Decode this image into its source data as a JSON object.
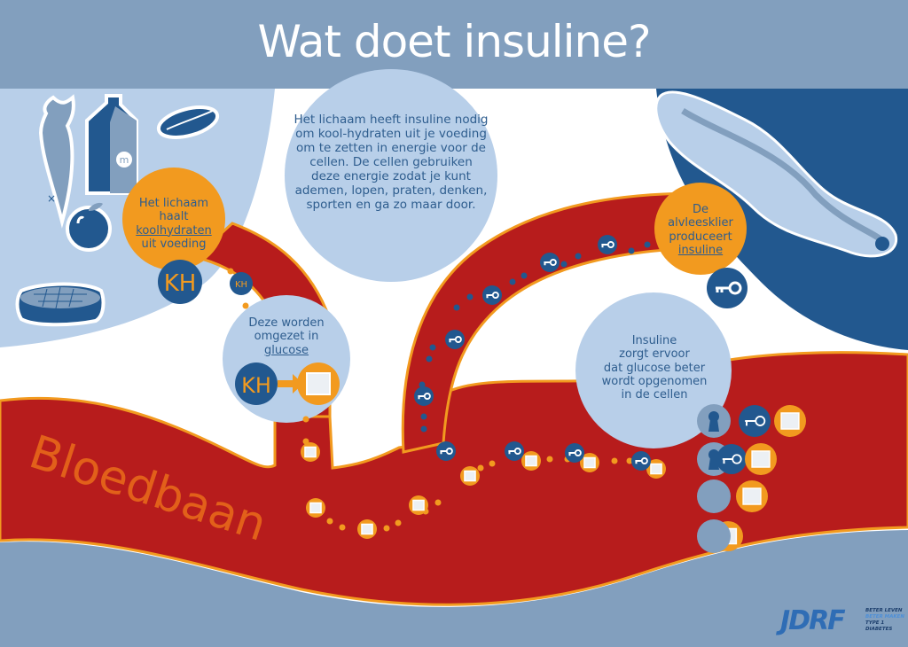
{
  "title": "Wat doet insuline?",
  "intro": {
    "text": "Het lichaam heeft insuline nodig om kool-hydraten uit je voeding om te zetten in energie voor de cellen. De cellen gebruiken deze energie zodat je kunt ademen, lopen, praten, denken, sporten en ga zo maar door.",
    "lines": [
      "Het lichaam heeft",
      "insuline nodig om kool-",
      "hydraten uit je voeding om",
      "te zetten in energie voor de",
      "cellen. De cellen gebruiken",
      "deze energie zodat  je kunt",
      "ademen, lopen, praten,",
      "denken, sporten en ga zo",
      "maar door."
    ]
  },
  "steps": {
    "food": {
      "lines": [
        "Het lichaam",
        "haalt",
        "koolhydraten",
        "uit voeding"
      ],
      "badge": "KH",
      "small_badge": "KH"
    },
    "glucose": {
      "lines": [
        "Deze worden",
        "omgezet in",
        "glucose"
      ],
      "badge": "KH"
    },
    "pancreas": {
      "lines": [
        "De",
        "alvleesklier",
        "produceert",
        "insuline"
      ]
    },
    "cells": {
      "lines": [
        "Insuline",
        "zorgt ervoor",
        "dat glucose beter",
        "wordt opgenomen",
        "in de cellen"
      ]
    }
  },
  "bloodstream_label": "Bloedbaan",
  "food_icons": [
    "fish-icon",
    "milk-carton-icon",
    "wheat-icon",
    "apple-icon",
    "steak-icon"
  ],
  "milk_letter": "m",
  "logo": {
    "name": "JDRF",
    "tagline": [
      "BETER LEVEN",
      "BETER MAKEN",
      "TYPE 1",
      "DIABETES"
    ]
  },
  "colors": {
    "header": "#829fbe",
    "light_blue": "#b8cfe9",
    "dark_blue": "#22588f",
    "red": "#b71c1c",
    "orange": "#f29a1f",
    "bottom": "#829fbe"
  }
}
